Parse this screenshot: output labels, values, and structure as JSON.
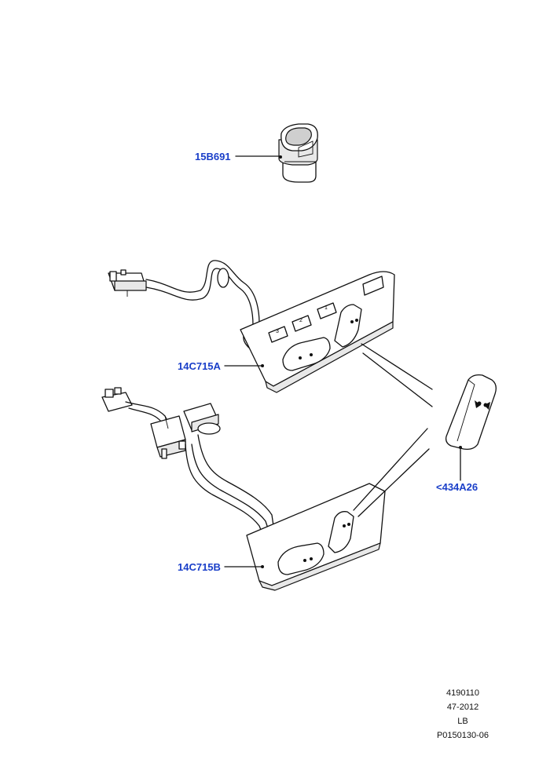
{
  "parts": {
    "switch_top": {
      "label": "15B691"
    },
    "harness_a": {
      "label": "14C715A"
    },
    "harness_b": {
      "label": "14C715B"
    },
    "detail_switch": {
      "label": "<434A26"
    }
  },
  "memory_buttons": [
    "3",
    "2",
    "1"
  ],
  "footer": {
    "line1": "4190110",
    "line2": "47-2012",
    "line3": "LB",
    "line4": "P0150130-06"
  },
  "colors": {
    "callout": "#1a3fc9",
    "line": "#111111"
  }
}
